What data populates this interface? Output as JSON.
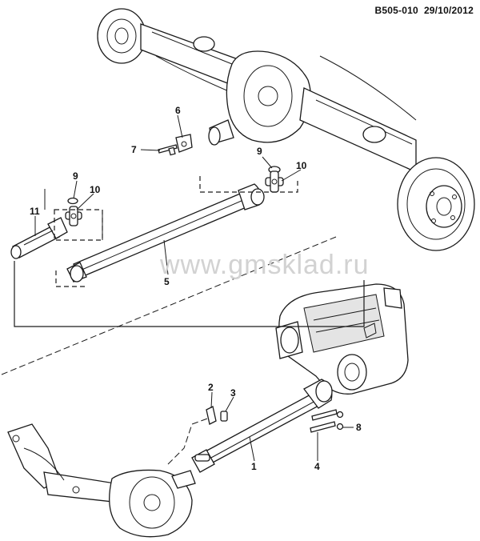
{
  "header": {
    "reference": "B505-010",
    "date": "29/10/2012"
  },
  "watermark": "www.gmsklad.ru",
  "callouts": {
    "front_propeller_shaft": "1",
    "bolt_upper_2": "2",
    "bolt_upper_3": "3",
    "bolt_lower_4": "4",
    "rear_propeller_shaft": "5",
    "bracket": "6",
    "bolt": "7",
    "washer": "8",
    "ring_left": "9",
    "ring_right": "9",
    "joint_left": "10",
    "joint_right": "10",
    "slip_yoke": "11"
  },
  "icons": {
    "rear_axle": "rear-axle-assembly",
    "front_axle": "front-axle-assembly",
    "transfer_case": "transfer-case"
  }
}
